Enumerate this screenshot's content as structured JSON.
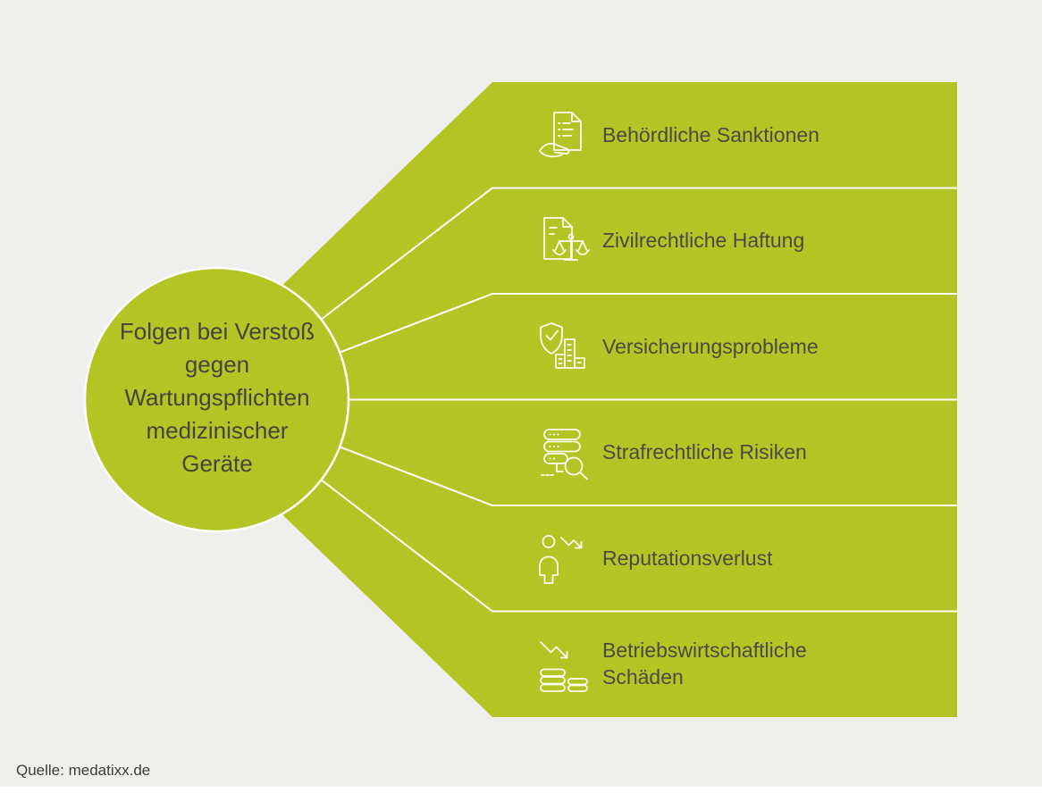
{
  "title": {
    "lines": [
      "Folgen bei Verstoß",
      "gegen",
      "Wartungspflichten",
      "medizinischer",
      "Geräte"
    ],
    "text": "Folgen bei Verstoß gegen Wartungspflichten medizinischer Geräte"
  },
  "branches": [
    {
      "label": "Behördliche Sanktionen",
      "icon": "document-in-hand-icon"
    },
    {
      "label": "Zivilrechtliche Haftung",
      "icon": "document-scales-icon"
    },
    {
      "label": "Versicherungsprobleme",
      "icon": "shield-check-building-icon"
    },
    {
      "label": "Strafrechtliche Risiken",
      "icon": "records-magnifier-icon"
    },
    {
      "label": "Reputationsverlust",
      "icon": "person-declining-arrow-icon"
    },
    {
      "label": "Betriebswirtschaftliche Schäden",
      "icon": "coins-declining-arrow-icon"
    }
  ],
  "source": {
    "label": "Quelle: medatixx.de"
  },
  "colors": {
    "green": "#b2c524",
    "background": "#efefed",
    "divider": "#ffffff",
    "branch_text": "#4b4b43",
    "title_text": "#45453f"
  }
}
